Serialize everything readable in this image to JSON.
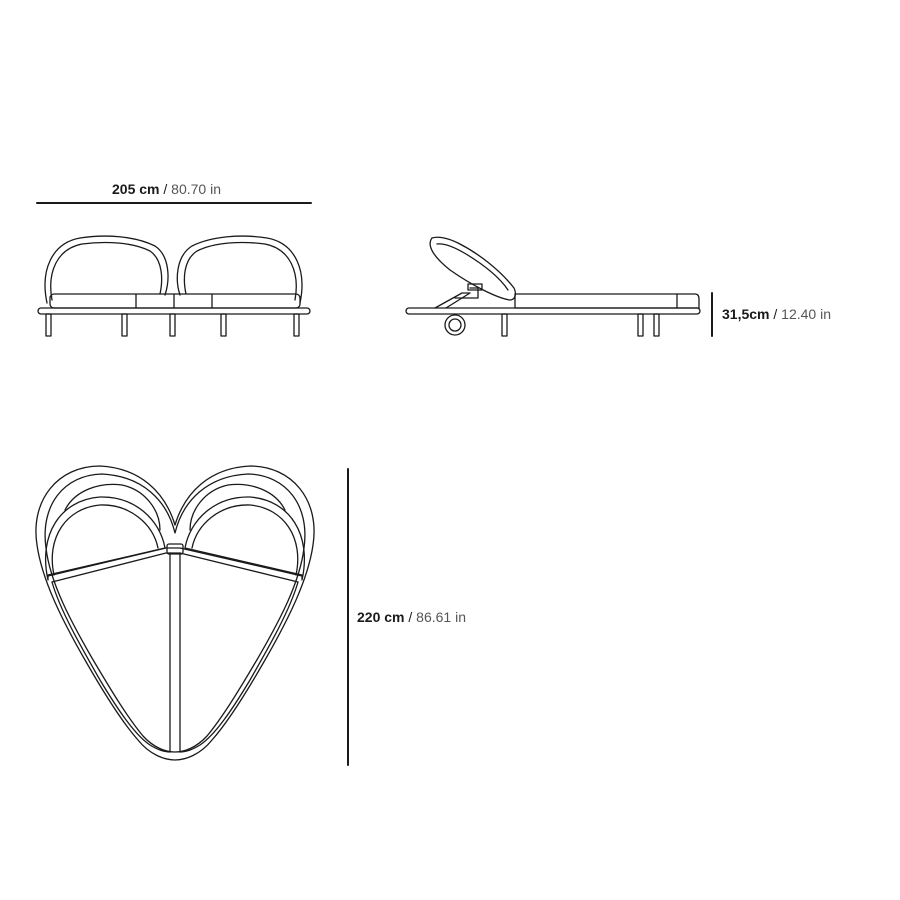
{
  "dimensions": {
    "width": {
      "metric": "205 cm",
      "separator": " / ",
      "imperial": "80.70 in"
    },
    "height": {
      "metric": "31,5cm",
      "separator": " / ",
      "imperial": "12.40 in"
    },
    "length": {
      "metric": "220 cm",
      "separator": " / ",
      "imperial": "86.61 in"
    }
  },
  "views": [
    "front-view",
    "side-view",
    "top-view"
  ],
  "colors": {
    "line": "#1a1a1a",
    "imperial_text": "#555555",
    "background": "#ffffff"
  }
}
